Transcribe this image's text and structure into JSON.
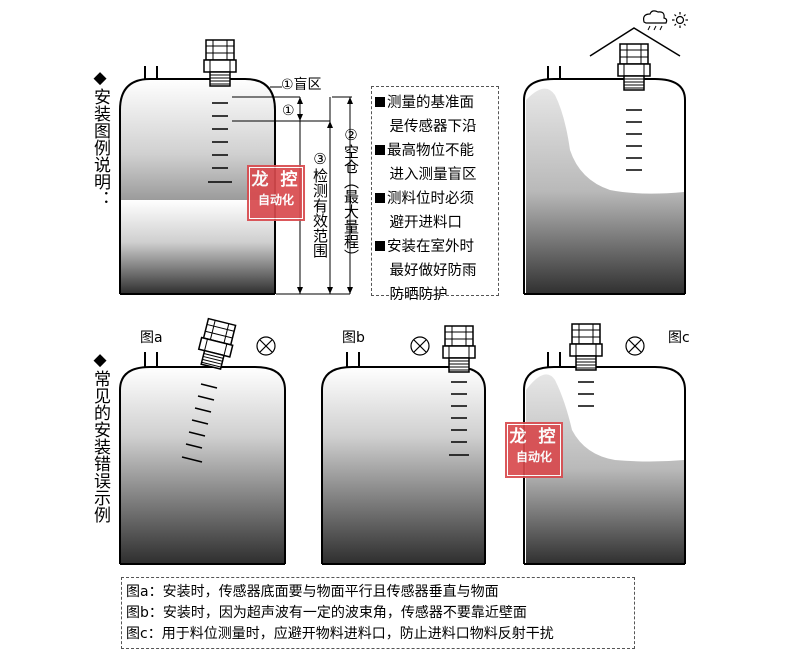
{
  "section1": {
    "bullet": "◆",
    "title": "安装图例说明："
  },
  "section2": {
    "bullet": "◆",
    "title": "常见的安装错误示例"
  },
  "labels": {
    "blind": "①盲区",
    "blind_short": "①",
    "empty_tank": "②空仓（最大量程）",
    "detect_range": "③检测有效范围"
  },
  "notes": [
    {
      "bullet": true,
      "text": "测量的基准面"
    },
    {
      "bullet": false,
      "text": "是传感器下沿"
    },
    {
      "bullet": true,
      "text": "最高物位不能"
    },
    {
      "bullet": false,
      "text": "进入测量盲区"
    },
    {
      "bullet": true,
      "text": "测料位时必须"
    },
    {
      "bullet": false,
      "text": "避开进料口"
    },
    {
      "bullet": true,
      "text": "安装在室外时"
    },
    {
      "bullet": false,
      "text": "最好做好防雨"
    },
    {
      "bullet": false,
      "text": "防晒防护"
    }
  ],
  "figure_tags": {
    "a": "图a",
    "b": "图b",
    "c": "图c"
  },
  "wrong_mark": "⊗",
  "stamp": {
    "line1": "龙 控",
    "line2": "自动化"
  },
  "captions": [
    "图a：安装时，传感器底面要与物面平行且传感器垂直与物面",
    "图b：安装时，因为超声波有一定的波束角，传感器不要靠近壁面",
    "图c：用于料位测量时，应避开物料进料口，防止进料口物料反射干扰"
  ],
  "weather_icons": [
    "rain-cloud-icon",
    "sun-icon"
  ],
  "colors": {
    "fill_top": "#ffffff",
    "fill_bottom": "#3a3a3a",
    "stamp_red": "#d84a4e"
  }
}
